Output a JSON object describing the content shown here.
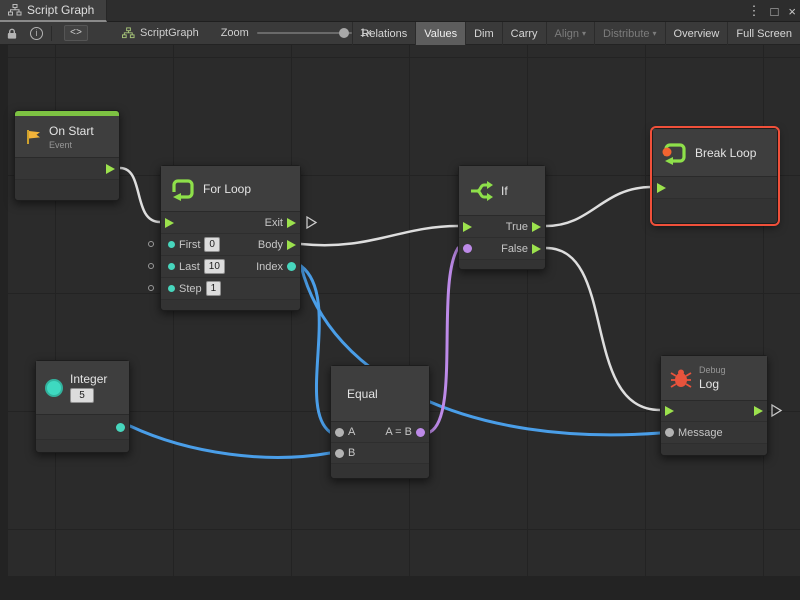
{
  "window": {
    "tab_title": "Script Graph",
    "controls": {
      "menu": "⋮",
      "maximize": "□",
      "close": "×"
    }
  },
  "toolbar": {
    "info_glyph": "i",
    "code_glyph": "<>",
    "graph_label": "ScriptGraph",
    "zoom_label": "Zoom",
    "zoom_value": "1x",
    "caret": "▾",
    "buttons": [
      {
        "label": "Relations",
        "state": "normal"
      },
      {
        "label": "Values",
        "state": "active"
      },
      {
        "label": "Dim",
        "state": "normal"
      },
      {
        "label": "Carry",
        "state": "normal"
      },
      {
        "label": "Align",
        "state": "disabled"
      },
      {
        "label": "Distribute",
        "state": "disabled"
      },
      {
        "label": "Overview",
        "state": "normal"
      },
      {
        "label": "Full Screen",
        "state": "normal"
      }
    ]
  },
  "nodes": {
    "on_start": {
      "title": "On Start",
      "subtitle": "Event"
    },
    "for_loop": {
      "title": "For Loop",
      "ports": {
        "exit": "Exit",
        "body": "Body",
        "index": "Index",
        "first": "First",
        "last": "Last",
        "step": "Step"
      },
      "values": {
        "first": "0",
        "last": "10",
        "step": "1"
      }
    },
    "if_node": {
      "title": "If",
      "ports": {
        "true": "True",
        "false": "False"
      }
    },
    "break_loop": {
      "title": "Break Loop"
    },
    "integer": {
      "title": "Integer",
      "value": "5"
    },
    "equal": {
      "title": "Equal",
      "ports": {
        "a": "A",
        "b": "B",
        "result": "A = B"
      }
    },
    "debug_log": {
      "title": "Log",
      "subtitle": "Debug",
      "ports": {
        "message": "Message"
      }
    }
  },
  "colors": {
    "flow_green": "#9ce24d",
    "wire_white": "#dedede",
    "wire_blue": "#4a9ee8",
    "bool_purple": "#bd8ae8",
    "type_teal": "#47d6bd",
    "selection_red": "#f0503a",
    "event_green": "#7dc242",
    "bug_red": "#e8533c",
    "flag_yellow": "#f2b33a"
  }
}
